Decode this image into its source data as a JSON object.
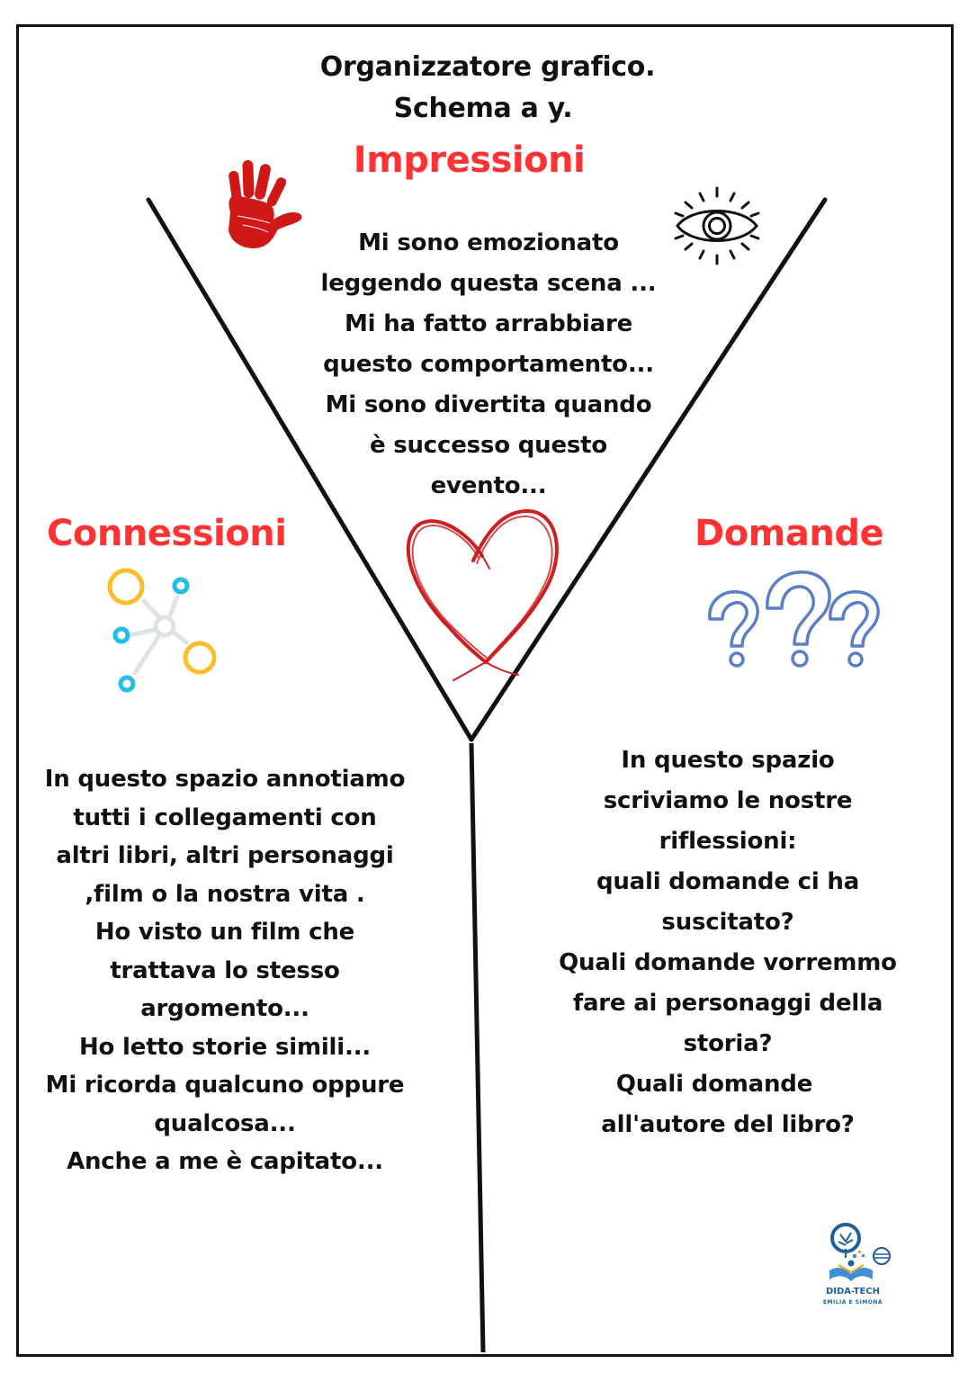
{
  "header": {
    "title_line1": "Organizzatore grafico.",
    "title_line2": "Schema a y."
  },
  "sections": {
    "impressioni": {
      "heading": "Impressioni",
      "icons": [
        "red-handprint-icon",
        "eye-icon",
        "heart-icon"
      ],
      "lines": [
        "Mi sono emozionato",
        "leggendo questa scena ...",
        "Mi ha fatto arrabbiare",
        "questo comportamento...",
        "Mi sono divertita quando",
        "è successo questo",
        "evento..."
      ]
    },
    "connessioni": {
      "heading": "Connessioni",
      "icons": [
        "network-nodes-icon"
      ],
      "lines": [
        "In questo spazio annotiamo",
        "tutti i collegamenti con",
        "altri libri, altri personaggi",
        ",film o la nostra vita .",
        "Ho visto un film che",
        "trattava lo stesso",
        "argomento...",
        "Ho letto storie simili...",
        "Mi ricorda qualcuno oppure",
        "qualcosa...",
        "Anche a me è capitato..."
      ]
    },
    "domande": {
      "heading": "Domande",
      "icons": [
        "question-marks-icon"
      ],
      "lines": [
        "In questo spazio",
        "scriviamo le nostre",
        "riflessioni:",
        "quali domande ci ha",
        "suscitato?",
        "Quali domande vorremmo",
        "fare ai personaggi della",
        "storia?",
        "Quali domande",
        "all'autore del libro?"
      ]
    }
  },
  "logo": {
    "name": "DIDA-TECH",
    "subtitle": "EMILIA E SIMONA"
  },
  "colors": {
    "heading_red": "#ff3333",
    "hand_red": "#d01818",
    "heart_red": "#cc1f1f",
    "node_yellow": "#fbbd2a",
    "node_blue": "#23bde6",
    "node_gray": "#dde3e6",
    "question_blue": "#5b7ec7",
    "logo_blue": "#1f5f9a",
    "line_black": "#111111"
  }
}
